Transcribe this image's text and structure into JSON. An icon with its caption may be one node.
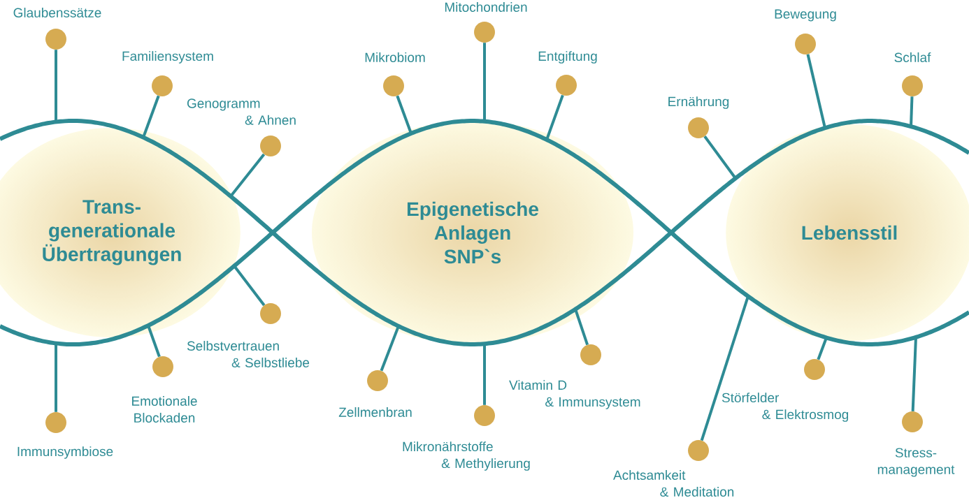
{
  "diagram": {
    "nodes": [
      {
        "text": [
          "Trans- generationale Übertragungen"
        ]
      },
      {
        "text": [
          "Epigenetische Anlagen SNP`s"
        ]
      },
      {
        "text": [
          "Lebensstil"
        ]
      },
      {
        "text": [],
        "shape": "circle",
        "beside": [
          "Glaubenssätze"
        ]
      },
      {
        "text": [],
        "shape": "circle",
        "beside": [
          "Familiensystem"
        ]
      },
      {
        "text": [],
        "shape": "circle",
        "beside": [
          "Genogramm & Ahnen"
        ]
      },
      {
        "text": [],
        "shape": "circle",
        "beside": [
          "Selbstvertrauen & Selbstliebe"
        ]
      },
      {
        "text": [],
        "shape": "circle",
        "beside": [
          "Emotionale Blockaden"
        ]
      },
      {
        "text": [],
        "shape": "circle",
        "beside": [
          "Immunsymbiose"
        ]
      },
      {
        "text": [],
        "shape": "circle",
        "beside": [
          "Mikrobiom"
        ]
      },
      {
        "text": [],
        "shape": "circle",
        "beside": [
          "Mitochondrien"
        ]
      },
      {
        "text": [],
        "shape": "circle",
        "beside": [
          "Entgiftung"
        ]
      },
      {
        "text": [],
        "shape": "circle",
        "beside": [
          "Zellmenbran"
        ]
      },
      {
        "text": [],
        "shape": "circle",
        "beside": [
          "Mikronährstoffe & Methylierung"
        ]
      },
      {
        "text": [],
        "shape": "circle",
        "beside": [
          "Vitamin D & Immunsystem"
        ]
      },
      {
        "text": [],
        "shape": "circle",
        "beside": [
          "Ernährung"
        ]
      },
      {
        "text": [],
        "shape": "circle",
        "beside": [
          "Bewegung"
        ]
      },
      {
        "text": [],
        "shape": "circle",
        "beside": [
          "Schlaf"
        ]
      },
      {
        "text": [],
        "shape": "circle",
        "beside": [
          "Achtsamkeit & Meditation"
        ]
      },
      {
        "text": [],
        "shape": "circle",
        "beside": [
          "Störfelder & Elektrosmog"
        ]
      },
      {
        "text": [],
        "shape": "circle",
        "beside": [
          "Stress- management"
        ]
      }
    ],
    "edges": [
      {
        "from": 3,
        "to": null,
        "arrow": "none"
      },
      {
        "from": 4,
        "to": null,
        "arrow": "none"
      },
      {
        "from": 5,
        "to": null,
        "arrow": "none"
      },
      {
        "from": 6,
        "to": null,
        "arrow": "none"
      },
      {
        "from": 7,
        "to": null,
        "arrow": "none"
      },
      {
        "from": 8,
        "to": null,
        "arrow": "none"
      },
      {
        "from": 9,
        "to": null,
        "arrow": "none"
      },
      {
        "from": 10,
        "to": null,
        "arrow": "none"
      },
      {
        "from": 11,
        "to": null,
        "arrow": "none"
      },
      {
        "from": 12,
        "to": null,
        "arrow": "none"
      },
      {
        "from": 13,
        "to": null,
        "arrow": "none"
      },
      {
        "from": 14,
        "to": null,
        "arrow": "none"
      },
      {
        "from": 15,
        "to": null,
        "arrow": "none"
      },
      {
        "from": 16,
        "to": null,
        "arrow": "none"
      },
      {
        "from": 17,
        "to": null,
        "arrow": "none"
      },
      {
        "from": 18,
        "to": null,
        "arrow": "none"
      },
      {
        "from": 19,
        "to": null,
        "arrow": "none"
      },
      {
        "from": 20,
        "to": null,
        "arrow": "none"
      }
    ]
  }
}
